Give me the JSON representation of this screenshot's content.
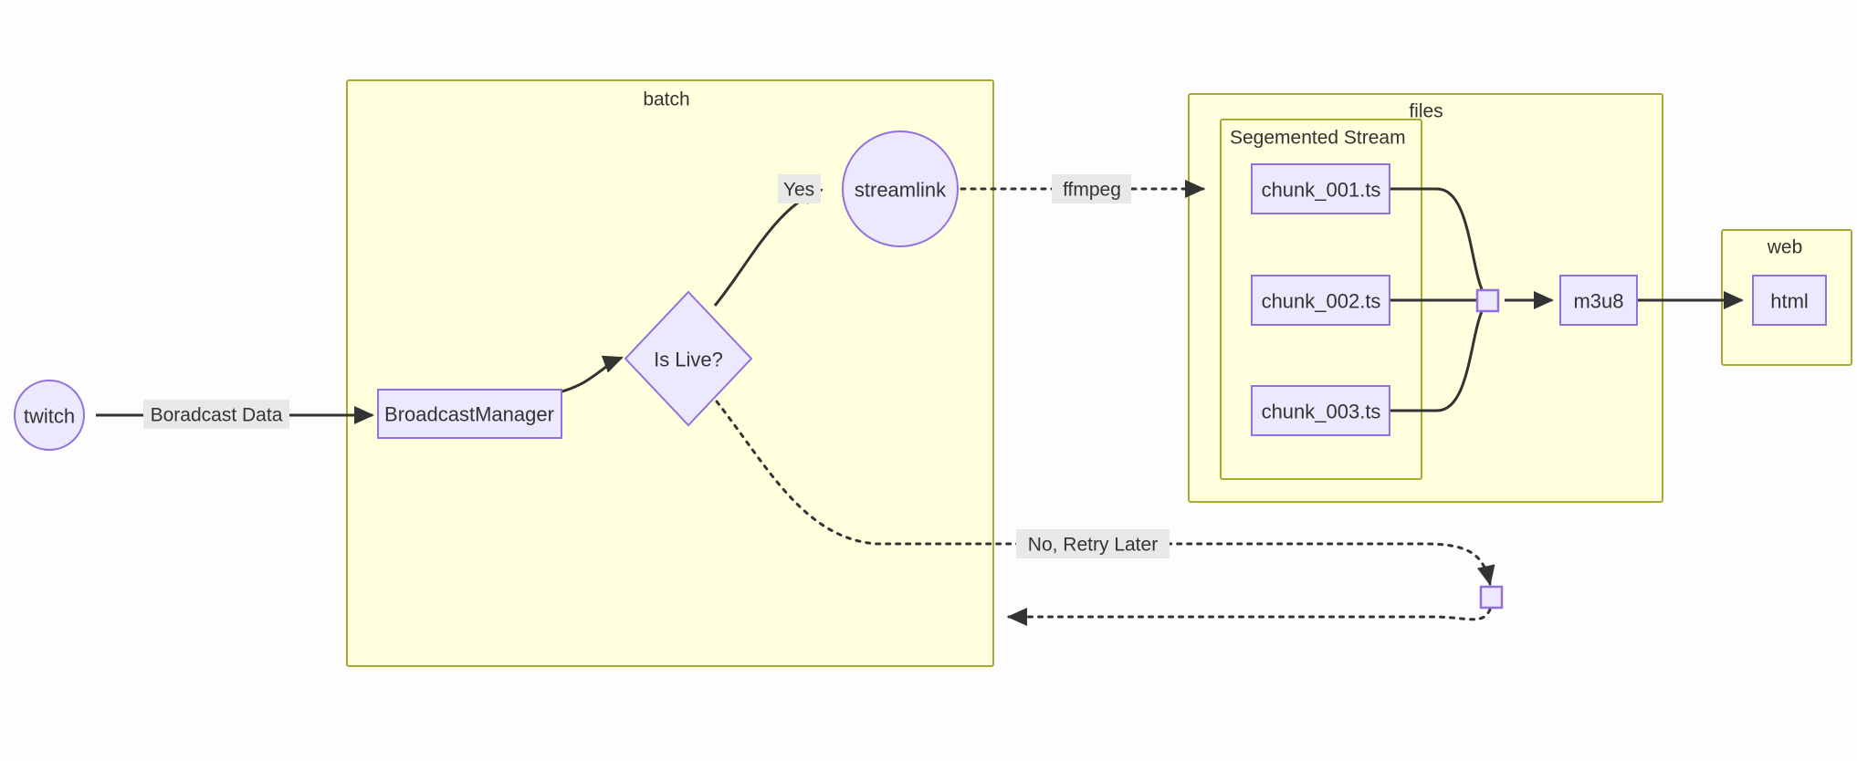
{
  "diagram": {
    "type": "flowchart",
    "direction": "left-to-right",
    "background_color": "#fdfdfd",
    "theme": {
      "node_fill": "#ECE8FD",
      "node_stroke": "#9370DB",
      "cluster_fill": "#FFFFDE",
      "cluster_stroke": "#AAAA33",
      "edge_color": "#333333",
      "edge_label_bg": "#e8e8e8",
      "text_color": "#333333"
    }
  },
  "clusters": {
    "batch": {
      "label": "batch"
    },
    "files": {
      "label": "files"
    },
    "segmented_stream": {
      "label": "Segemented Stream"
    },
    "web": {
      "label": "web"
    }
  },
  "nodes": {
    "twitch": {
      "label": "twitch",
      "shape": "circle"
    },
    "broadcast_manager": {
      "label": "BroadcastManager",
      "shape": "rect"
    },
    "is_live": {
      "label": "Is Live?",
      "shape": "diamond"
    },
    "streamlink": {
      "label": "streamlink",
      "shape": "circle"
    },
    "chunk_001": {
      "label": "chunk_001.ts",
      "shape": "rect"
    },
    "chunk_002": {
      "label": "chunk_002.ts",
      "shape": "rect"
    },
    "chunk_003": {
      "label": "chunk_003.ts",
      "shape": "rect"
    },
    "merge_junction": {
      "label": "",
      "shape": "small-square"
    },
    "m3u8": {
      "label": "m3u8",
      "shape": "rect"
    },
    "html": {
      "label": "html",
      "shape": "rect"
    },
    "retry_junction": {
      "label": "",
      "shape": "small-square"
    }
  },
  "edges": [
    {
      "id": "twitch-to-manager",
      "from": "twitch",
      "to": "broadcast_manager",
      "label": "Boradcast Data",
      "style": "solid"
    },
    {
      "id": "manager-to-islive",
      "from": "broadcast_manager",
      "to": "is_live",
      "label": "",
      "style": "solid"
    },
    {
      "id": "islive-yes-streamlink",
      "from": "is_live",
      "to": "streamlink",
      "label": "Yes",
      "style": "solid"
    },
    {
      "id": "streamlink-to-chunk001",
      "from": "streamlink",
      "to": "chunk_001",
      "label": "ffmpeg",
      "style": "dotted"
    },
    {
      "id": "chunk001-to-junction",
      "from": "chunk_001",
      "to": "merge_junction",
      "label": "",
      "style": "solid"
    },
    {
      "id": "chunk002-to-junction",
      "from": "chunk_002",
      "to": "merge_junction",
      "label": "",
      "style": "solid"
    },
    {
      "id": "chunk003-to-junction",
      "from": "chunk_003",
      "to": "merge_junction",
      "label": "",
      "style": "solid"
    },
    {
      "id": "junction-to-m3u8",
      "from": "merge_junction",
      "to": "m3u8",
      "label": "",
      "style": "solid"
    },
    {
      "id": "m3u8-to-html",
      "from": "m3u8",
      "to": "html",
      "label": "",
      "style": "solid"
    },
    {
      "id": "islive-no-retry",
      "from": "is_live",
      "to": "retry_junction",
      "label": "No, Retry Later",
      "style": "dotted"
    },
    {
      "id": "retry-back-to-batch",
      "from": "retry_junction",
      "to": "broadcast_manager",
      "label": "",
      "style": "dotted"
    }
  ]
}
